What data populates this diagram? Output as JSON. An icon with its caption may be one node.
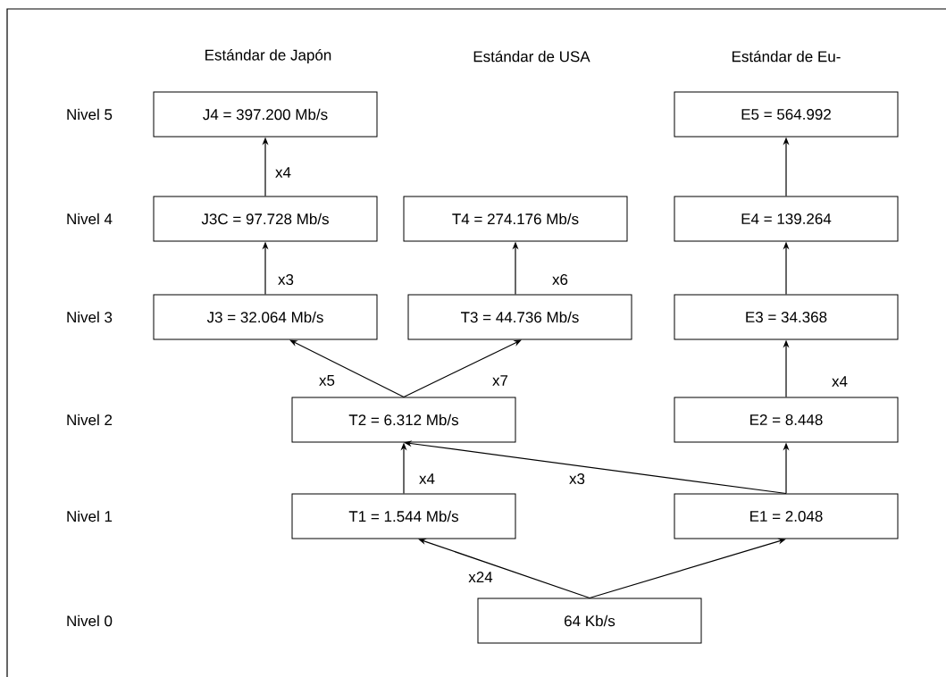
{
  "diagram": {
    "nodes": [
      {
        "text": [
          "J4 = 397.200 Mb/s"
        ]
      },
      {
        "text": [
          "E5 = 564.992"
        ]
      },
      {
        "text": [
          "J3C = 97.728 Mb/s"
        ]
      },
      {
        "text": [
          "T4 = 274.176 Mb/s"
        ]
      },
      {
        "text": [
          "E4 = 139.264"
        ]
      },
      {
        "text": [
          "J3 = 32.064 Mb/s"
        ]
      },
      {
        "text": [
          "T3 = 44.736 Mb/s"
        ]
      },
      {
        "text": [
          "E3 = 34.368"
        ]
      },
      {
        "text": [
          "T2 = 6.312 Mb/s"
        ]
      },
      {
        "text": [
          "E2 = 8.448"
        ]
      },
      {
        "text": [
          "T1 = 1.544 Mb/s"
        ]
      },
      {
        "text": [
          "E1 = 2.048"
        ]
      },
      {
        "text": [
          "64 Kb/s"
        ]
      }
    ],
    "edges": [
      {
        "from": 2,
        "to": 0,
        "arrow": "to",
        "label": "x4"
      },
      {
        "from": 5,
        "to": 2,
        "arrow": "to",
        "label": "x3"
      },
      {
        "from": 6,
        "to": 3,
        "arrow": "to",
        "label": "x6"
      },
      {
        "from": 4,
        "to": 1,
        "arrow": "to"
      },
      {
        "from": 7,
        "to": 4,
        "arrow": "to"
      },
      {
        "from": 8,
        "to": 5,
        "arrow": "to",
        "label": "x5"
      },
      {
        "from": 8,
        "to": 6,
        "arrow": "to",
        "label": "x7"
      },
      {
        "from": 9,
        "to": 7,
        "arrow": "to",
        "label": "x4"
      },
      {
        "from": 10,
        "to": 8,
        "arrow": "to",
        "label": "x4"
      },
      {
        "from": 11,
        "to": 8,
        "arrow": "to",
        "label": "x3"
      },
      {
        "from": 11,
        "to": 9,
        "arrow": "to"
      },
      {
        "from": 12,
        "to": 10,
        "arrow": "to",
        "label": "x24"
      },
      {
        "from": 12,
        "to": 11,
        "arrow": "to"
      }
    ],
    "labels": [
      "Estándar de Japón",
      "Estándar de USA",
      "Estándar de Eu-",
      "Nivel 5",
      "Nivel 4",
      "Nivel 3",
      "Nivel 2",
      "Nivel 1",
      "Nivel 0"
    ]
  }
}
